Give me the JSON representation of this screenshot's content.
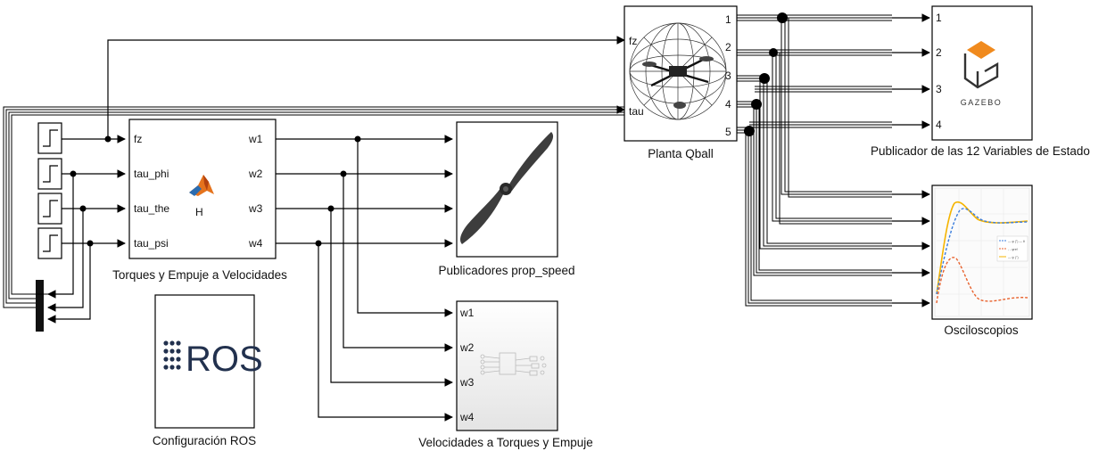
{
  "blocks": {
    "torques_block": {
      "caption": "Torques y Empuje a Velocidades",
      "inputs": [
        "fz",
        "tau_phi",
        "tau_the",
        "tau_psi"
      ],
      "outputs": [
        "w1",
        "w2",
        "w3",
        "w4"
      ],
      "center_label": "H"
    },
    "props_block": {
      "caption": "Publicadores prop_speed"
    },
    "vel_block": {
      "caption": "Velocidades a Torques y Empuje",
      "inputs": [
        "w1",
        "w2",
        "w3",
        "w4"
      ]
    },
    "ros_block": {
      "caption": "Configuración ROS",
      "logo_text": "ROS"
    },
    "qball_block": {
      "caption": "Planta Qball",
      "inputs": [
        "fz",
        "tau"
      ],
      "outputs": [
        "1",
        "2",
        "3",
        "4",
        "5"
      ]
    },
    "gazebo_block": {
      "caption": "Publicador de las 12 Variables de Estado",
      "inputs": [
        "1",
        "2",
        "3",
        "4"
      ],
      "logo_text": "GAZEBO"
    },
    "scope_block": {
      "caption": "Osciloscopios",
      "legend": [
        "— φ (°) — θ",
        "- - φref",
        "— ψ (°)"
      ]
    }
  },
  "colors": {
    "line": "#000000",
    "gazebo_orange": "#f08a1e",
    "scope_blue": "#3b7ddd",
    "scope_orange": "#e8612c",
    "scope_yellow": "#f5b400",
    "matlab_orange": "#e5731d",
    "ros_navy": "#22314e"
  },
  "icons": [
    "step-icon",
    "matlab-icon",
    "propeller-icon",
    "subsystem-icon",
    "ros-logo",
    "drone-sphere-icon",
    "gazebo-logo",
    "scope-plot"
  ]
}
